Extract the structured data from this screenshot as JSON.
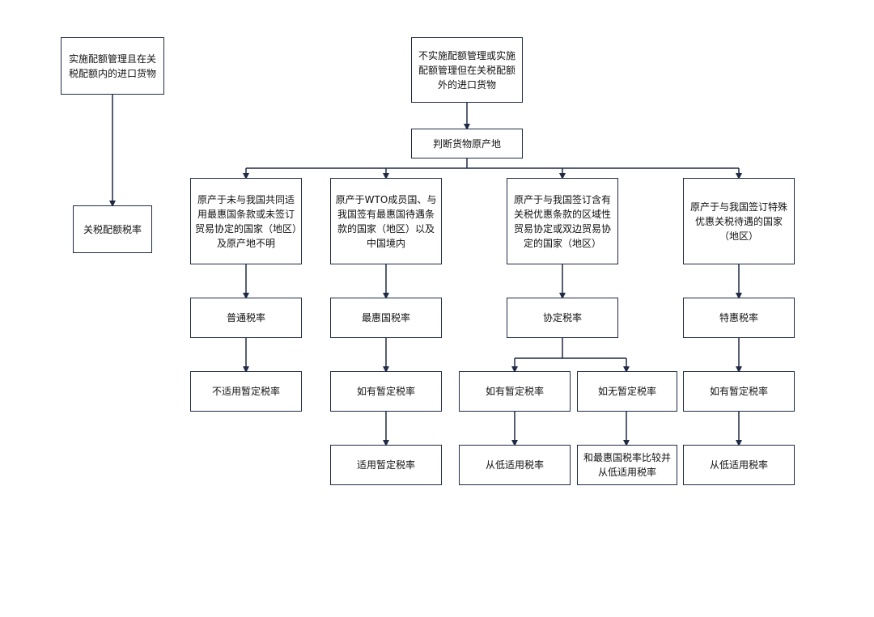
{
  "nodes": {
    "quota_in": "实施配额管理且在关税配额内的进口货物",
    "quota_rate": "关税配额税率",
    "non_quota": "不实施配额管理或实施配额管理但在关税配额外的进口货物",
    "origin": "判断货物原产地",
    "cat_general": "原产于未与我国共同适用最惠国条款或未签订贸易协定的国家（地区）及原产地不明",
    "cat_mfn": "原产于WTO成员国、与我国签有最惠国待遇条款的国家（地区）以及中国境内",
    "cat_agreement": "原产于与我国签订含有关税优惠条款的区域性贸易协定或双边贸易协定的国家（地区）",
    "cat_special": "原产于与我国签订特殊优惠关税待遇的国家（地区）",
    "general_rate": "普通税率",
    "mfn_rate": "最惠国税率",
    "agreement_rate": "协定税率",
    "special_rate": "特惠税率",
    "general_no_provisional": "不适用暂定税率",
    "mfn_has_provisional": "如有暂定税率",
    "agreement_has_provisional": "如有暂定税率",
    "agreement_no_provisional": "如无暂定税率",
    "special_has_provisional": "如有暂定税率",
    "mfn_apply_provisional": "适用暂定税率",
    "agreement_lower": "从低适用税率",
    "agreement_compare": "和最惠国税率比较并从低适用税率",
    "special_lower": "从低适用税率"
  }
}
